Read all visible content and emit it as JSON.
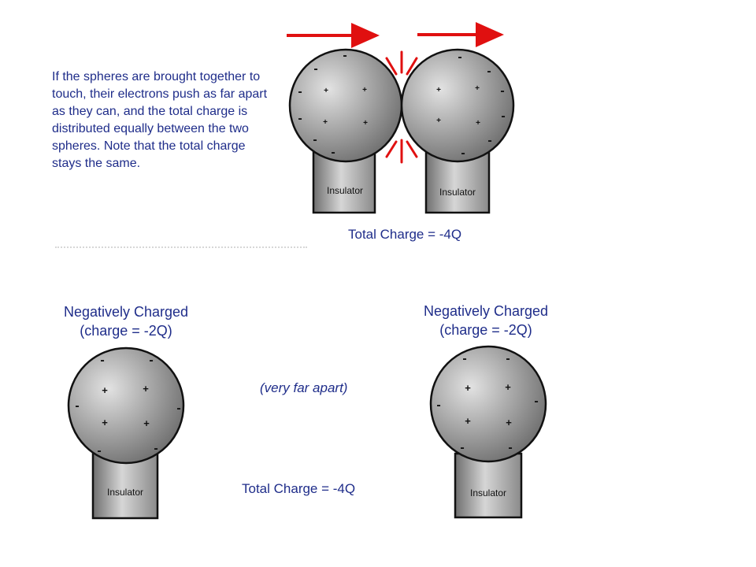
{
  "explanation": "If the spheres are brought together to touch, their electrons push as far apart as they can, and the total charge is distributed equally between the two spheres. Note that the total charge stays the same.",
  "top": {
    "total_charge": "Total Charge = -4Q",
    "left_sphere": {
      "insulator_label": "Insulator"
    },
    "right_sphere": {
      "insulator_label": "Insulator"
    }
  },
  "bottom": {
    "left": {
      "heading_line1": "Negatively Charged",
      "heading_line2": "(charge = -2Q)",
      "insulator_label": "Insulator"
    },
    "right": {
      "heading_line1": "Negatively Charged",
      "heading_line2": "(charge = -2Q)",
      "insulator_label": "Insulator"
    },
    "separation_note": "(very far apart)",
    "total_charge": "Total Charge = -4Q"
  },
  "colors": {
    "text": "#1f2d8a",
    "arrow": "#e01010",
    "sphere_light": "#dedede",
    "sphere_dark": "#6d6d6d"
  }
}
